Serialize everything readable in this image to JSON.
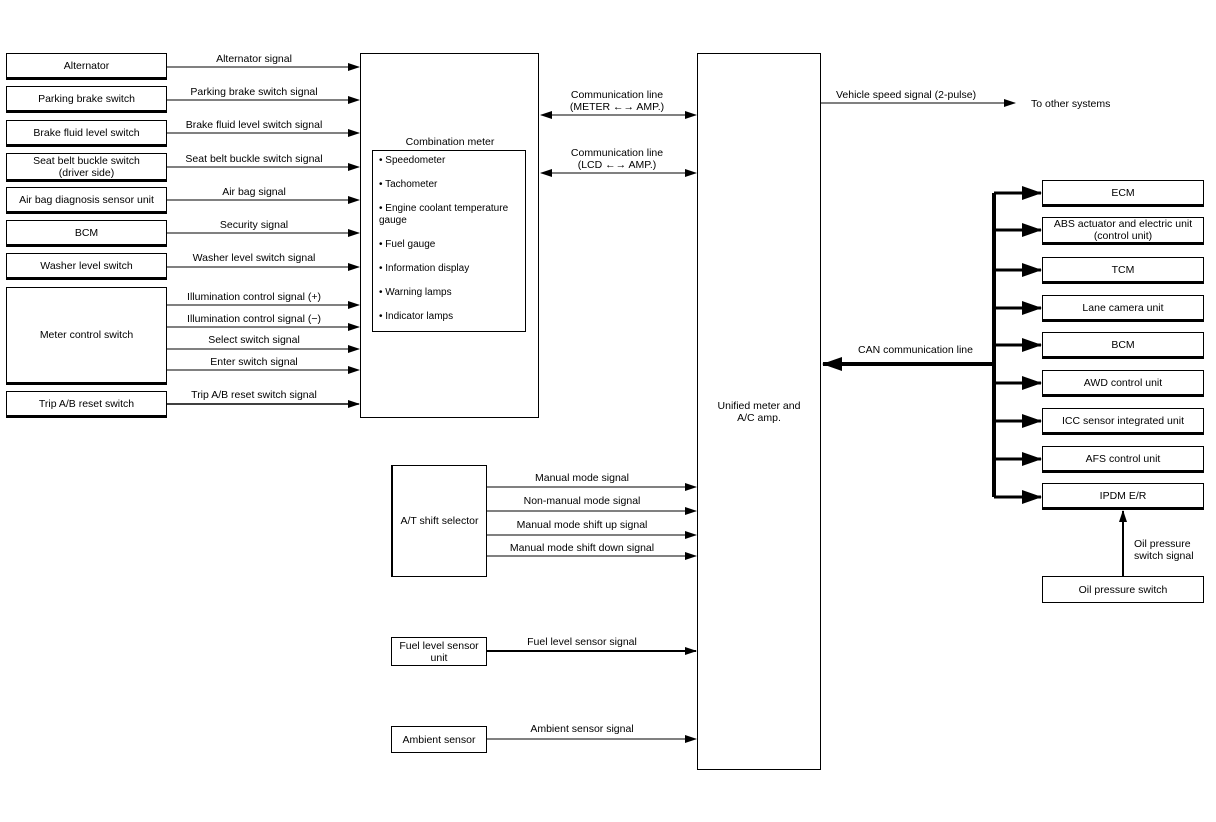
{
  "left_inputs": [
    {
      "name": "Alternator",
      "signal": "Alternator signal"
    },
    {
      "name": "Parking brake switch",
      "signal": "Parking brake switch signal"
    },
    {
      "name": "Brake fluid level switch",
      "signal": "Brake fluid level switch signal"
    },
    {
      "name": "Seat belt buckle switch\n(driver side)",
      "signal": "Seat belt buckle switch signal"
    },
    {
      "name": "Air bag diagnosis sensor unit",
      "signal": "Air bag signal"
    },
    {
      "name": "BCM",
      "signal": "Security signal"
    },
    {
      "name": "Washer level switch",
      "signal": "Washer level switch signal"
    }
  ],
  "meter_control": {
    "name": "Meter control switch",
    "signals": [
      "Illumination control signal (+)",
      "Illumination control signal (−)",
      "Select switch signal",
      "Enter switch signal"
    ]
  },
  "trip_reset": {
    "name": "Trip A/B reset switch",
    "signal": "Trip A/B reset switch signal"
  },
  "combination_meter": {
    "title": "Combination meter",
    "items": [
      "Speedometer",
      "Tachometer",
      "Engine coolant temperature\ngauge",
      "Fuel gauge",
      "Information display",
      "Warning lamps",
      "Indicator lamps"
    ]
  },
  "comm_lines": [
    {
      "label": "Communication line\n(METER ←→ AMP.)"
    },
    {
      "label": "Communication line\n(LCD ←→ AMP.)"
    }
  ],
  "unified": {
    "name": "Unified meter and\nA/C amp."
  },
  "vehicle_speed": {
    "signal": "Vehicle speed signal (2-pulse)",
    "dest": "To other systems"
  },
  "at_selector": {
    "name": "A/T shift selector",
    "signals": [
      "Manual mode signal",
      "Non-manual mode signal",
      "Manual mode shift up signal",
      "Manual mode shift down signal"
    ]
  },
  "fuel_sensor": {
    "name": "Fuel level sensor\nunit",
    "signal": "Fuel level sensor signal"
  },
  "ambient_sensor": {
    "name": "Ambient sensor",
    "signal": "Ambient sensor signal"
  },
  "can": {
    "label": "CAN communication line",
    "units": [
      "ECM",
      "ABS actuator and electric unit\n(control unit)",
      "TCM",
      "Lane camera unit",
      "BCM",
      "AWD control unit",
      "ICC sensor integrated unit",
      "AFS control unit",
      "IPDM E/R"
    ]
  },
  "oil_pressure": {
    "name": "Oil pressure switch",
    "signal": "Oil pressure\nswitch signal"
  }
}
